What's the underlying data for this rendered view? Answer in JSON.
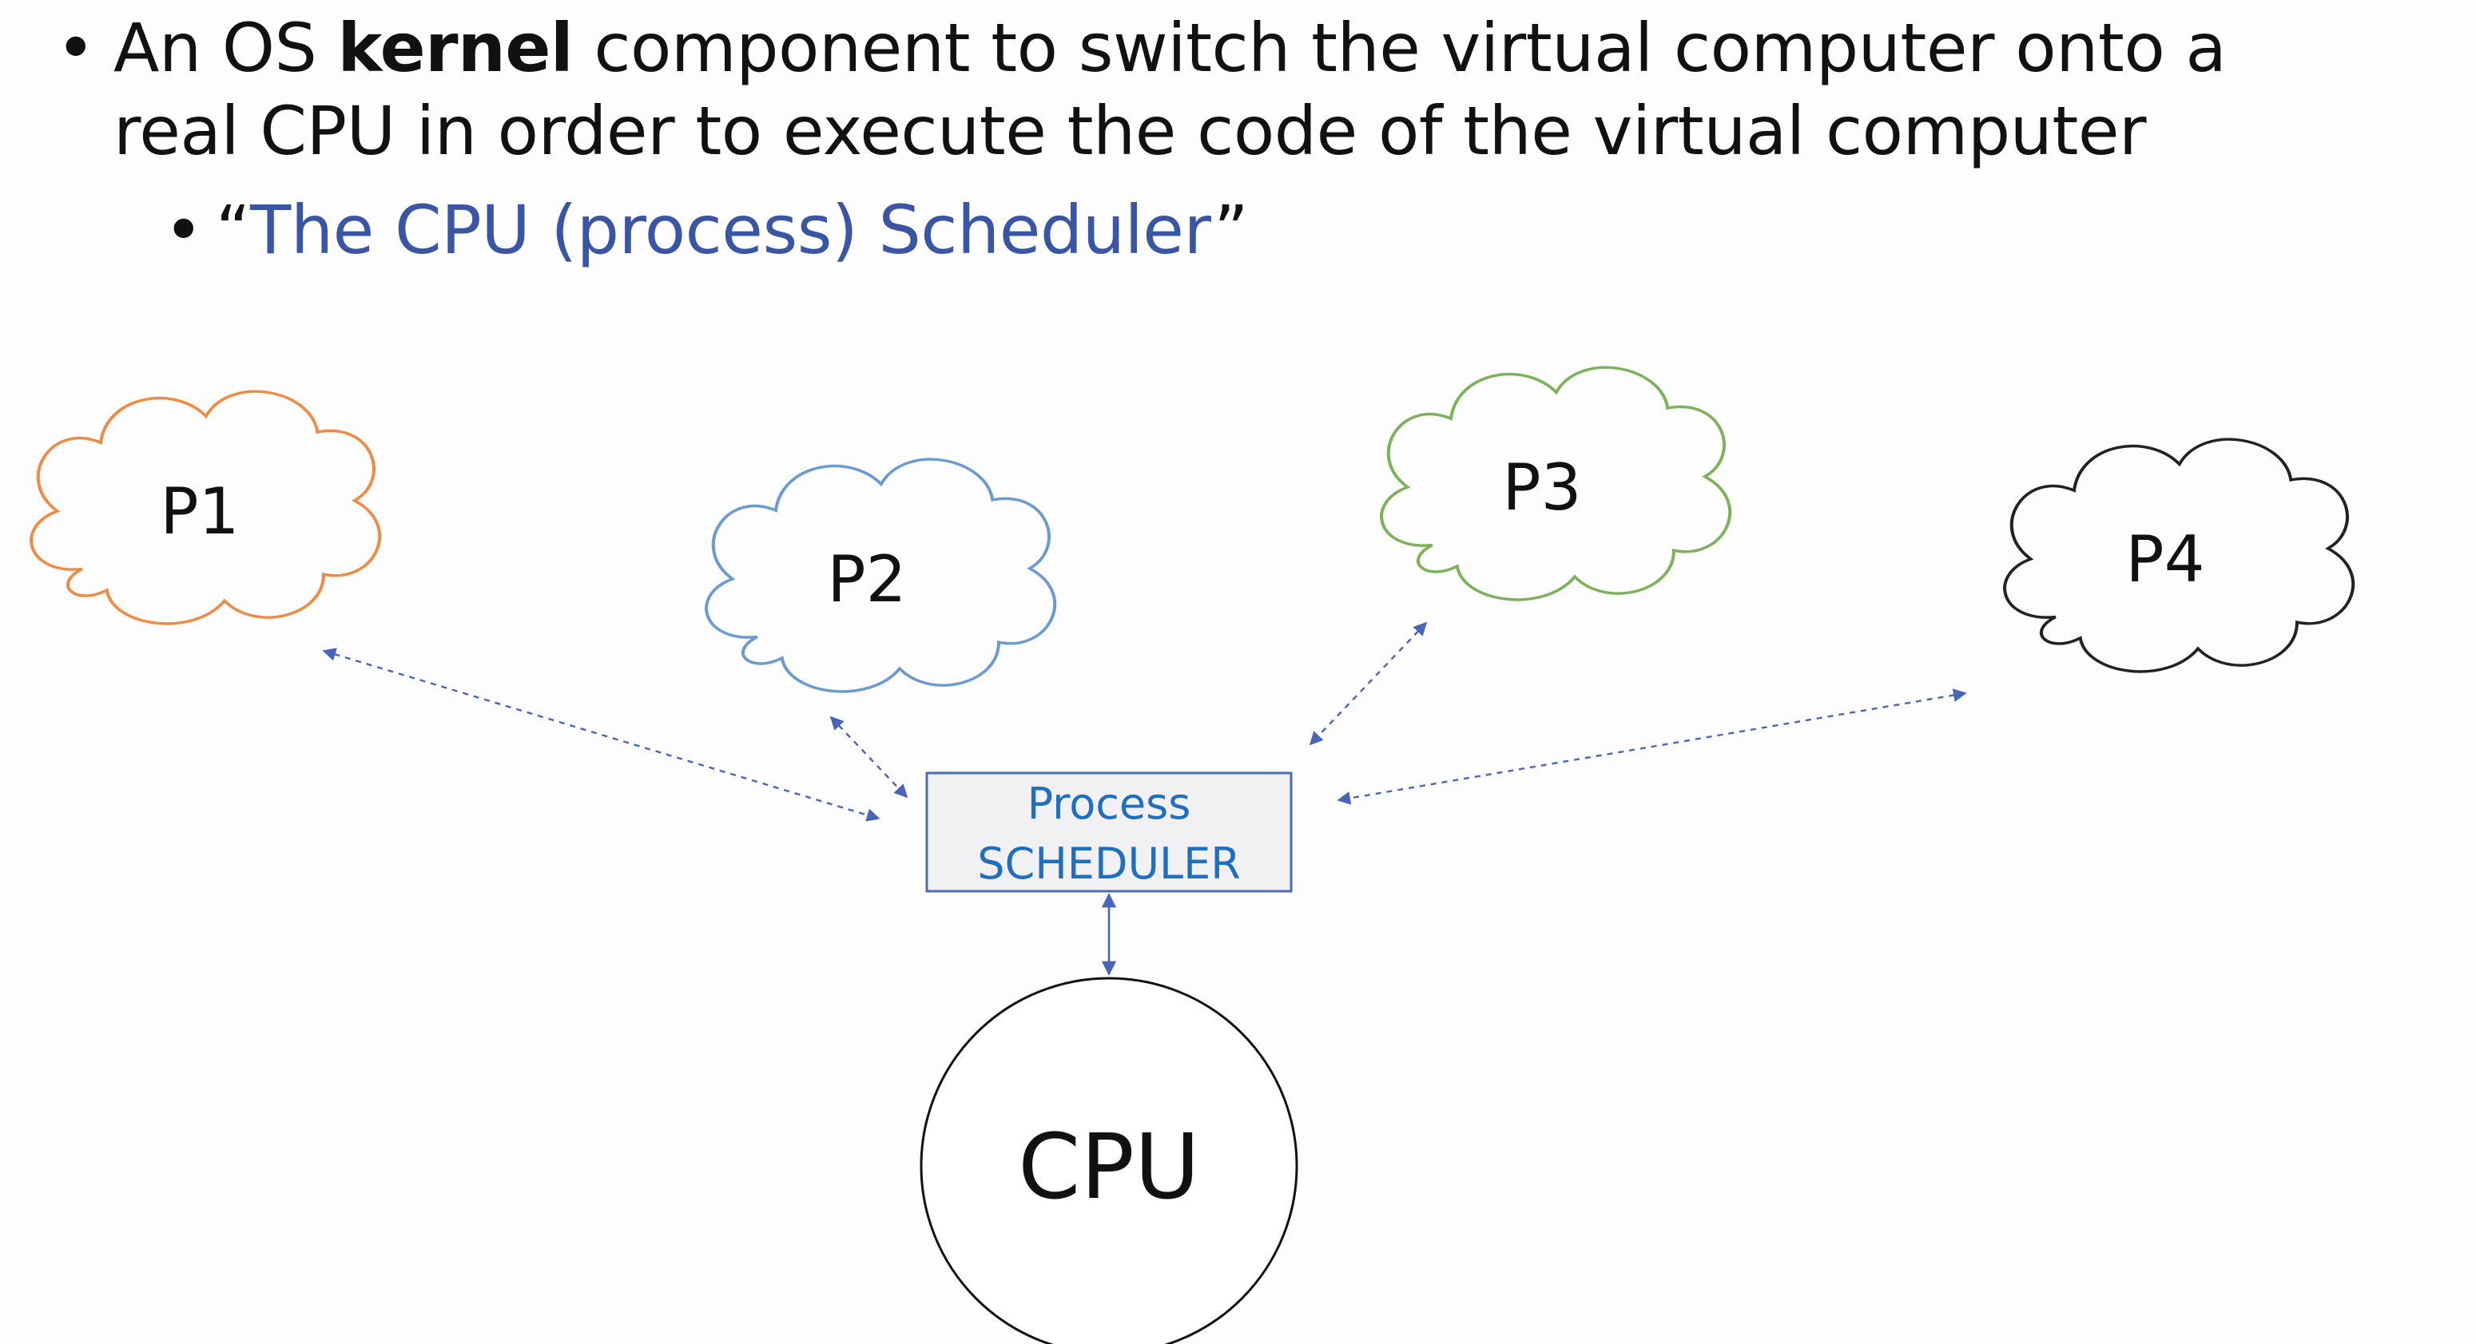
{
  "bullets": {
    "line1_pre": "An OS ",
    "line1_bold": "kernel",
    "line1_post": " component to switch the virtual computer onto a",
    "line2": "real CPU in order to execute the code of the virtual computer",
    "sub_open_quote": "“",
    "sub_text": "The CPU (process) Scheduler",
    "sub_close_quote": "”",
    "bullet_char": "•"
  },
  "diagram": {
    "processes": [
      {
        "label": "P1",
        "color": "#ef8b44"
      },
      {
        "label": "P2",
        "color": "#6b9bd1"
      },
      {
        "label": "P3",
        "color": "#7cb35a"
      },
      {
        "label": "P4",
        "color": "#222222"
      }
    ],
    "scheduler": {
      "line1": "Process",
      "line2": "SCHEDULER",
      "border_color": "#4a6db0",
      "fill_color": "#f1f1f3",
      "text_color": "#1f6fc0"
    },
    "cpu": {
      "label": "CPU"
    },
    "arrow_color": "#4a64b8"
  }
}
